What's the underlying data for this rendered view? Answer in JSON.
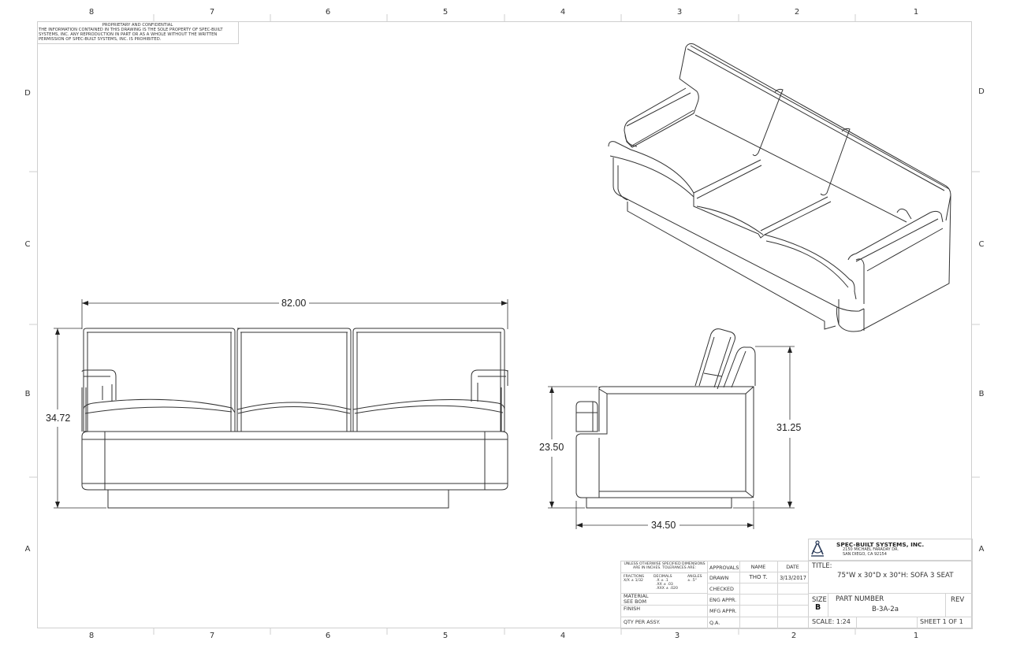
{
  "zones": {
    "columns": [
      "8",
      "7",
      "6",
      "5",
      "4",
      "3",
      "2",
      "1"
    ],
    "rows": [
      "D",
      "C",
      "B",
      "A"
    ]
  },
  "proprietary_notice": {
    "heading": "PROPRIETARY AND CONFIDENTIAL",
    "line1": "THE INFORMATION CONTAINED IN THIS DRAWING IS THE SOLE PROPERTY OF SPEC-BUILT",
    "line2": "SYSTEMS, INC.  ANY REPRODUCTION IN PART OR AS A WHOLE WITHOUT THE WRITTEN",
    "line3": "PERMISSION OF SPEC-BUILT SYSTEMS, INC. IS PROHIBITED."
  },
  "views": {
    "front": {
      "width_dim": "82.00",
      "height_dim": "34.72"
    },
    "side": {
      "seat_height_dim": "23.50",
      "overall_height_dim": "31.25",
      "depth_dim": "34.50"
    },
    "isometric": {
      "label": "isometric view"
    }
  },
  "title_block": {
    "tolerances": {
      "heading_line1": "UNLESS OTHERWISE SPECIFIED DIMENSIONS",
      "heading_line2": "ARE IN INCHES.   TOLERANCES ARE:",
      "fractions_label": "FRACTIONS",
      "fractions_value": "X/X ± 1/32",
      "decimals_label": "DECIMALS",
      "decimal_x": ".X    ± .1",
      "decimal_xx": ".XX   ± .03",
      "decimal_xxx": ".XXX ± .020",
      "angles_label": "ANGLES",
      "angles_value": "± .5°"
    },
    "material_label": "MATERIAL",
    "material_value": "SEE BOM",
    "finish_label": "FINISH",
    "qty_label": "QTY PER ASSY.",
    "approvals": {
      "header": "APPROVALS",
      "name_header": "NAME",
      "date_header": "DATE",
      "rows": [
        {
          "role": "DRAWN",
          "name": "THO T.",
          "date": "3/13/2017"
        },
        {
          "role": "CHECKED",
          "name": "",
          "date": ""
        },
        {
          "role": "ENG APPR.",
          "name": "",
          "date": ""
        },
        {
          "role": "MFG APPR.",
          "name": "",
          "date": ""
        },
        {
          "role": "Q.A.",
          "name": "",
          "date": ""
        }
      ]
    },
    "company": {
      "name": "SPEC-BUILT SYSTEMS, INC.",
      "address1": "2150 MICHAEL FARADAY DR.",
      "address2": "SAN DIEGO, CA 92154",
      "logo": "compass-divider-icon"
    },
    "title_label": "TITLE:",
    "title_value": "75\"W x 30\"D x 30\"H: SOFA 3 SEAT",
    "size_label": "SIZE",
    "size_value": "B",
    "part_number_label": "PART NUMBER",
    "part_number_value": "B-3A-2a",
    "rev_label": "REV",
    "rev_value": "",
    "scale": "SCALE: 1:24",
    "sheet": "SHEET 1 OF 1"
  }
}
